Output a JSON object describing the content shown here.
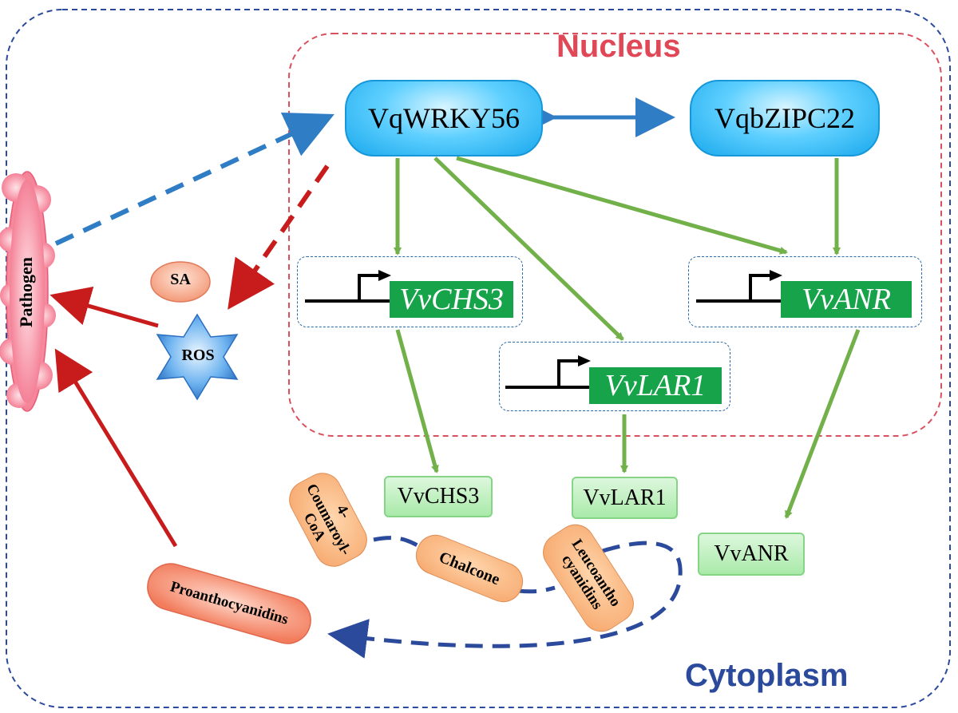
{
  "compartments": {
    "nucleus": "Nucleus",
    "cytoplasm": "Cytoplasm"
  },
  "transcription_factors": {
    "wrky": "VqWRKY56",
    "bzip": "VqbZIPC22"
  },
  "genes": {
    "chs3": "VvCHS3",
    "lar1": "VvLAR1",
    "anr": "VvANR"
  },
  "enzymes": {
    "chs3": "VvCHS3",
    "lar1": "VvLAR1",
    "anr": "VvANR"
  },
  "metabolites": {
    "coumaroyl": "4-\nCoumaroyl-\nCoA",
    "chalcone": "Chalcone",
    "leucoantho": "Leucoantho\ncyanidins",
    "proantho": "Proanthocyanidins"
  },
  "signals": {
    "pathogen": "Pathogen",
    "sa": "SA",
    "ros": "ROS"
  },
  "colors": {
    "nucleus_border": "#d9505e",
    "cytoplasm_border": "#2b4a9c",
    "green_arrow": "#72b04a",
    "red_arrow": "#c81c1c",
    "blue_arrow": "#2f7dc4",
    "navy_dashed": "#2b4a9c"
  }
}
